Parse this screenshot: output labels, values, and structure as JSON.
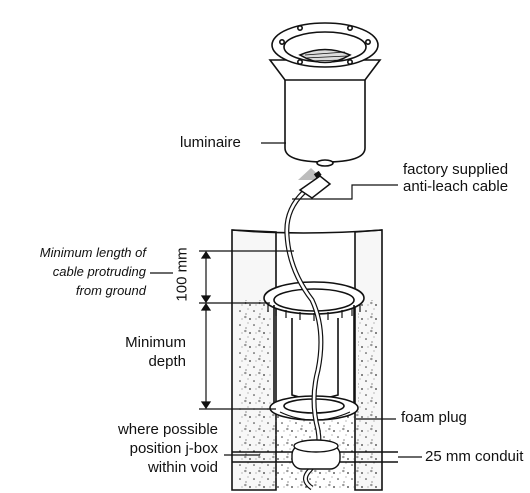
{
  "labels": {
    "luminaire": "luminaire",
    "cable_top": "factory supplied",
    "cable_bottom": "anti-leach cable",
    "min_len_1": "Minimum length of",
    "min_len_2": "cable protruding",
    "min_len_3": "from ground",
    "dim_100": "100 mm",
    "min_depth_1": "Minimum",
    "min_depth_2": "depth",
    "foam_plug": "foam plug",
    "jbox_1": "where possible",
    "jbox_2": "position j-box",
    "jbox_3": "within void",
    "conduit": "25 mm conduit"
  },
  "colors": {
    "line": "#111111",
    "arrow": "#bdbdbd",
    "soil": "#f2f2f2"
  }
}
